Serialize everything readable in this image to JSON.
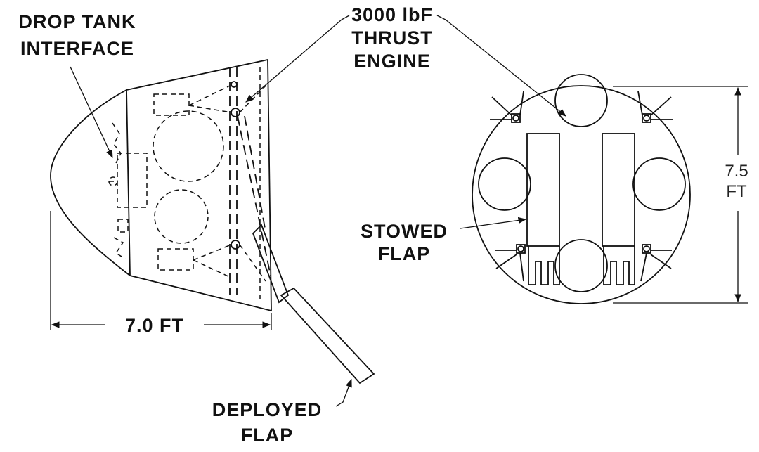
{
  "labels": {
    "drop_tank_line1": "DROP TANK",
    "drop_tank_line2": "INTERFACE",
    "thrust_line1": "3000 lbF",
    "thrust_line2": "THRUST",
    "thrust_line3": "ENGINE",
    "stowed_line1": "STOWED",
    "stowed_line2": "FLAP",
    "deployed_line1": "DEPLOYED",
    "deployed_line2": "FLAP",
    "length_dimension": "7.0 FT",
    "diameter_value": "7.5",
    "diameter_unit": "FT"
  }
}
